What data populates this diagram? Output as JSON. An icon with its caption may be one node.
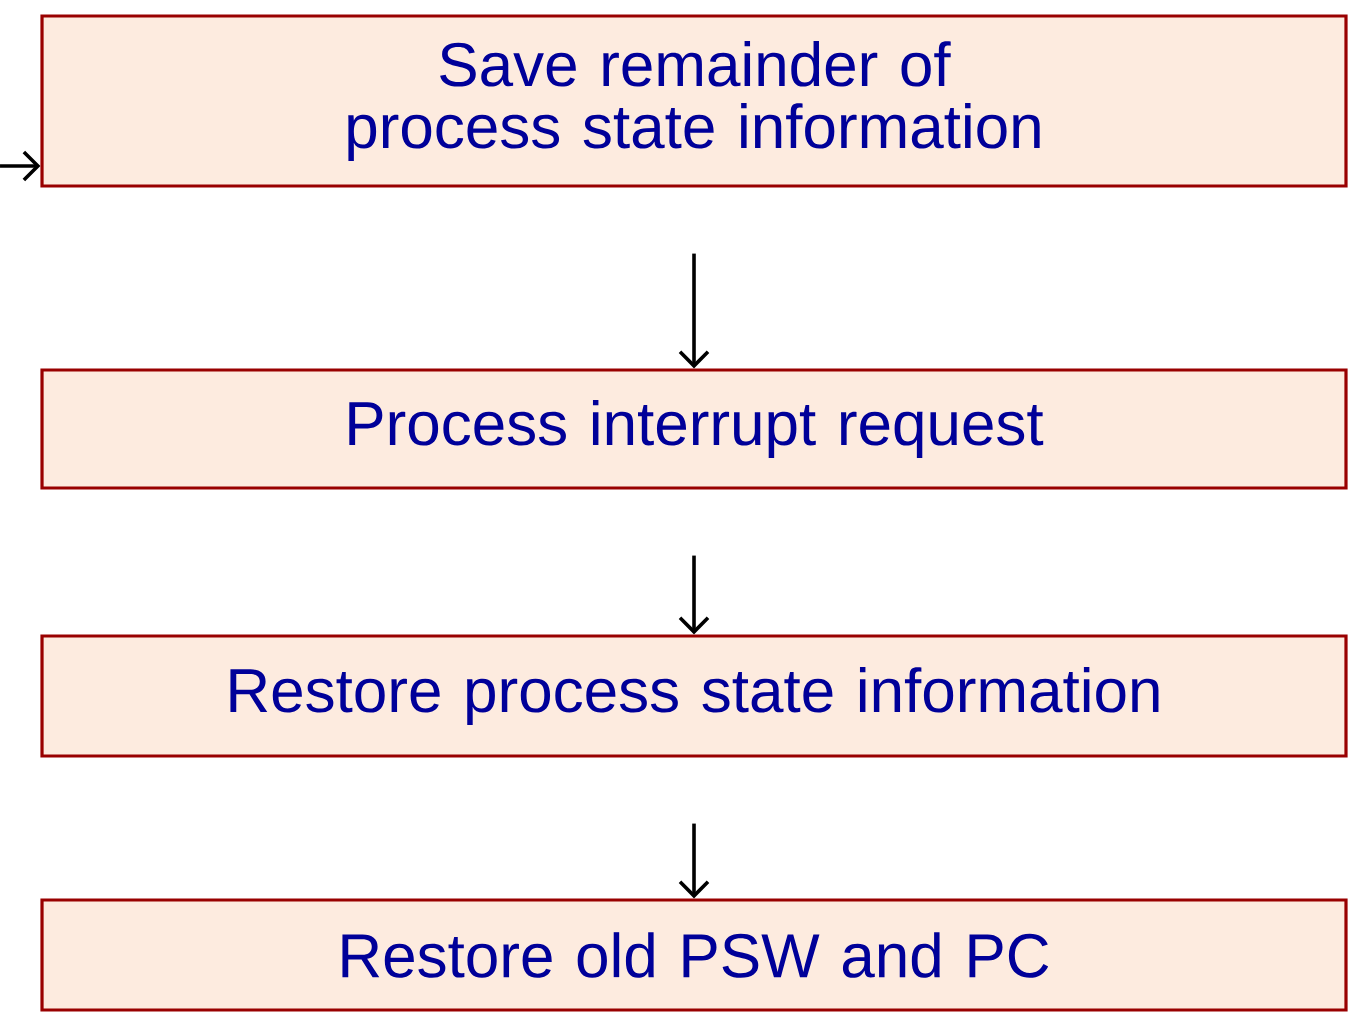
{
  "diagram": {
    "nodes": [
      {
        "text": [
          "Save remainder of process state information"
        ]
      },
      {
        "text": [
          "Process interrupt request"
        ]
      },
      {
        "text": [
          "Restore process state information"
        ]
      },
      {
        "text": [
          "Restore old PSW and PC"
        ]
      }
    ],
    "edges": [
      {
        "from": null,
        "to": 0,
        "arrow": "to"
      },
      {
        "from": 0,
        "to": 1,
        "arrow": "to"
      },
      {
        "from": 1,
        "to": 2,
        "arrow": "to"
      },
      {
        "from": 2,
        "to": 3,
        "arrow": "to"
      }
    ]
  }
}
